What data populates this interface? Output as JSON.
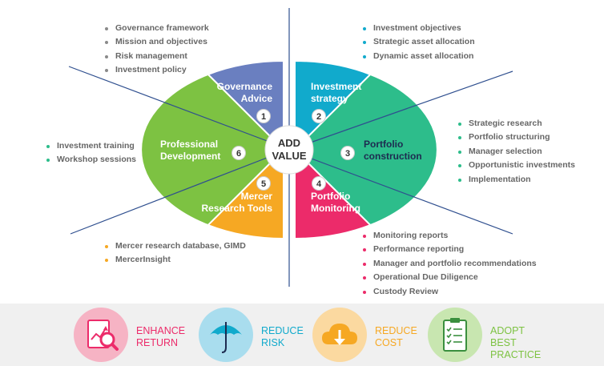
{
  "center": {
    "line1": "ADD",
    "line2": "VALUE"
  },
  "segments": [
    {
      "num": "1",
      "lines": [
        "Governance",
        "Advice"
      ],
      "color": "#6a7fc0"
    },
    {
      "num": "2",
      "lines": [
        "Investment",
        "strategy"
      ],
      "color": "#11aacc"
    },
    {
      "num": "3",
      "lines": [
        "Portfolio",
        "construction"
      ],
      "color": "#2dbd8b"
    },
    {
      "num": "4",
      "lines": [
        "Portfolio",
        "Monitoring"
      ],
      "color": "#ec2b6a"
    },
    {
      "num": "5",
      "lines": [
        "Mercer",
        "Research Tools"
      ],
      "color": "#f6a823"
    },
    {
      "num": "6",
      "lines": [
        "Professional",
        "Development"
      ],
      "color": "#7dc242"
    }
  ],
  "bullet_lists": {
    "governance": {
      "color": "#8a8a8a",
      "items": [
        "Governance framework",
        "Mission and objectives",
        "Risk management",
        "Investment policy"
      ]
    },
    "investment": {
      "color": "#11aacc",
      "items": [
        "Investment objectives",
        "Strategic asset allocation",
        "Dynamic asset allocation"
      ]
    },
    "portfolio_construction": {
      "color": "#2dbd8b",
      "items": [
        "Strategic research",
        "Portfolio structuring",
        "Manager selection",
        "Opportunistic investments",
        "Implementation"
      ]
    },
    "monitoring": {
      "color": "#ec2b6a",
      "items": [
        "Monitoring reports",
        "Performance reporting",
        "Manager and portfolio recommendations",
        "Operational Due Diligence",
        "Custody Review"
      ]
    },
    "research": {
      "color": "#f6a823",
      "items": [
        "Mercer research database, GIMD",
        "MercerInsight"
      ]
    },
    "development": {
      "color": "#2dbd8b",
      "items": [
        "Investment training",
        "Workshop sessions"
      ]
    }
  },
  "benefits": [
    {
      "line1": "ENHANCE",
      "line2": "RETURN",
      "text_color": "#ec2b6a",
      "circle_color": "#f6b3c4",
      "icon": "chart-magnifier-icon"
    },
    {
      "line1": "REDUCE",
      "line2": "RISK",
      "text_color": "#11aacc",
      "circle_color": "#a9ddee",
      "icon": "umbrella-icon"
    },
    {
      "line1": "REDUCE",
      "line2": "COST",
      "text_color": "#f6a823",
      "circle_color": "#fbd9a0",
      "icon": "cloud-download-icon"
    },
    {
      "line1": "ADOPT BEST",
      "line2": "PRACTICE",
      "text_color": "#7dc242",
      "circle_color": "#c8e6b0",
      "icon": "clipboard-checklist-icon"
    }
  ]
}
